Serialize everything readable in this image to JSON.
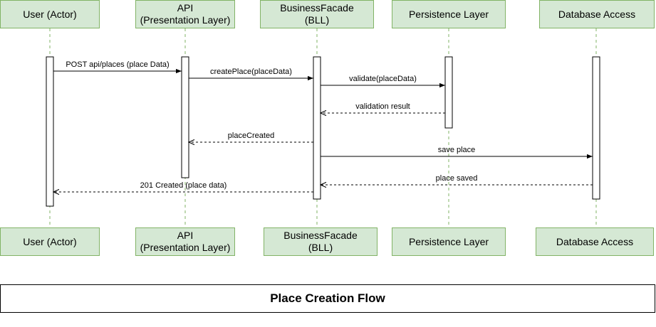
{
  "participants": [
    {
      "id": "user",
      "label": "User (Actor)"
    },
    {
      "id": "api",
      "label": "API\n(Presentation Layer)"
    },
    {
      "id": "bll",
      "label": "BusinessFacade\n(BLL)"
    },
    {
      "id": "persistence",
      "label": "Persistence Layer"
    },
    {
      "id": "db",
      "label": "Database Access"
    }
  ],
  "messages": [
    {
      "from": "user",
      "to": "api",
      "label": "POST api/places (place Data)",
      "type": "sync"
    },
    {
      "from": "api",
      "to": "bll",
      "label": "createPlace(placeData)",
      "type": "sync"
    },
    {
      "from": "bll",
      "to": "persistence",
      "label": "validate(placeData)",
      "type": "sync"
    },
    {
      "from": "persistence",
      "to": "bll",
      "label": "validation result",
      "type": "return"
    },
    {
      "from": "bll",
      "to": "api",
      "label": "placeCreated",
      "type": "return"
    },
    {
      "from": "bll",
      "to": "db",
      "label": "save place",
      "type": "sync"
    },
    {
      "from": "db",
      "to": "bll",
      "label": "place saved",
      "type": "return"
    },
    {
      "from": "bll",
      "to": "user",
      "label": "201 Created (place data)",
      "type": "return"
    }
  ],
  "footer": {
    "title": "Place Creation Flow"
  },
  "colors": {
    "box_fill": "#d5e8d4",
    "box_stroke": "#82b366",
    "lifeline": "#82b366"
  }
}
